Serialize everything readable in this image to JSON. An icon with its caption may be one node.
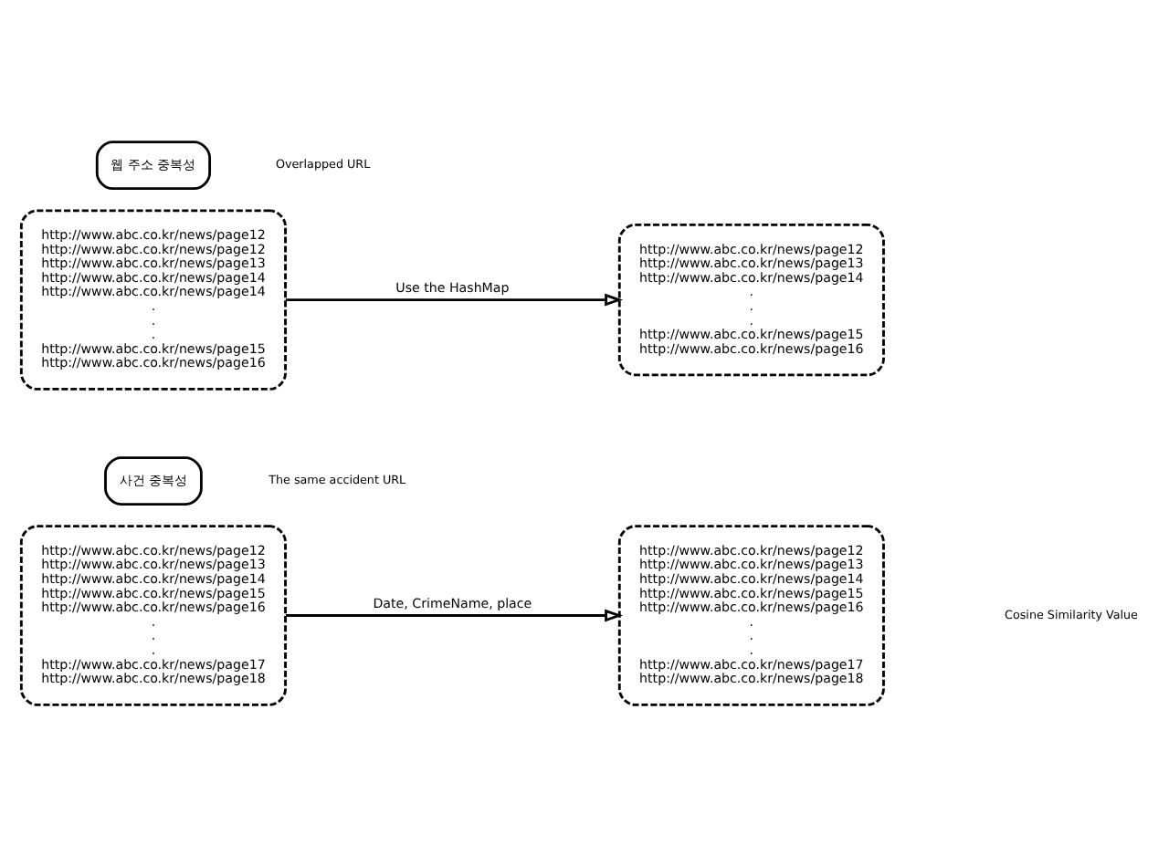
{
  "diagram": {
    "nodes": [
      {
        "text": [
          "웹 주소 중복성"
        ]
      },
      {
        "text": [
          "http://www.abc.co.kr/news/page12",
          "http://www.abc.co.kr/news/page12",
          "http://www.abc.co.kr/news/page13",
          "http://www.abc.co.kr/news/page14",
          "http://www.abc.co.kr/news/page14",
          ".",
          ".",
          ".",
          "http://www.abc.co.kr/news/page15",
          "http://www.abc.co.kr/news/page16"
        ]
      },
      {
        "text": [
          "http://www.abc.co.kr/news/page12",
          "http://www.abc.co.kr/news/page13",
          "http://www.abc.co.kr/news/page14",
          ".",
          ".",
          ".",
          "http://www.abc.co.kr/news/page15",
          "http://www.abc.co.kr/news/page16"
        ]
      },
      {
        "text": [
          "사건 중복성"
        ]
      },
      {
        "text": [
          "http://www.abc.co.kr/news/page12",
          "http://www.abc.co.kr/news/page13",
          "http://www.abc.co.kr/news/page14",
          "http://www.abc.co.kr/news/page15",
          "http://www.abc.co.kr/news/page16",
          ".",
          ".",
          ".",
          "http://www.abc.co.kr/news/page17",
          "http://www.abc.co.kr/news/page18"
        ]
      },
      {
        "text": [
          "http://www.abc.co.kr/news/page12",
          "http://www.abc.co.kr/news/page13",
          "http://www.abc.co.kr/news/page14",
          "http://www.abc.co.kr/news/page15",
          "http://www.abc.co.kr/news/page16",
          ".",
          ".",
          ".",
          "http://www.abc.co.kr/news/page17",
          "http://www.abc.co.kr/news/page18"
        ]
      }
    ],
    "edges": [
      {
        "from": 1,
        "to": 2,
        "arrow": "to",
        "label": "Use the HashMap"
      },
      {
        "from": 4,
        "to": 5,
        "arrow": "to",
        "label": "Date, CrimeName, place"
      }
    ],
    "labels": [
      "Overlapped URL",
      "The same accident URL",
      "Cosine Similarity Value"
    ]
  }
}
